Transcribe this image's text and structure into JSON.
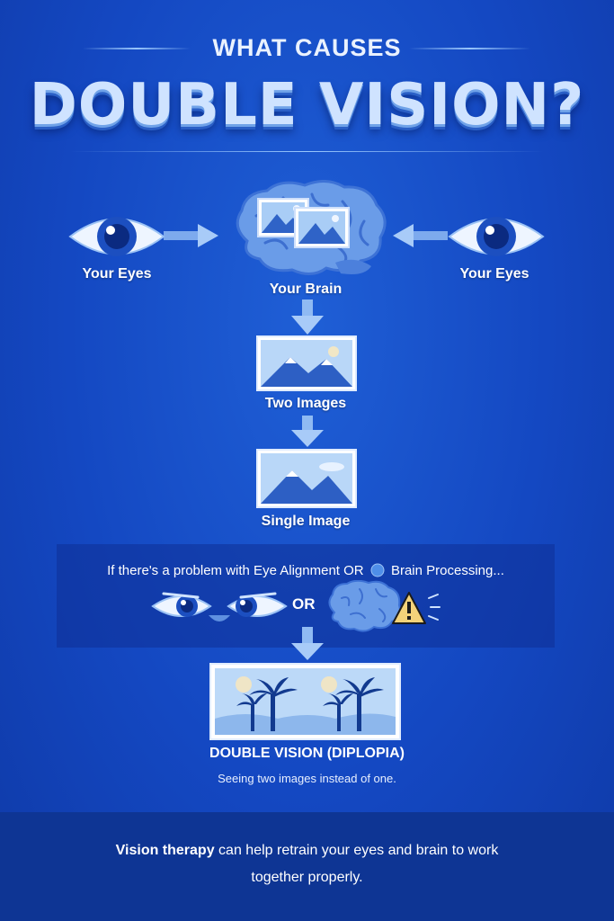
{
  "header": {
    "subtitle": "WHAT CAUSES",
    "title": "DOUBLE VISION?"
  },
  "diagram": {
    "left_eye_label": "Your Eyes",
    "brain_label": "Your Brain",
    "right_eye_label": "Your Eyes",
    "two_images_label": "Two Images",
    "single_image_label": "Single Image"
  },
  "problem": {
    "text_before": "If there's a problem with Eye Alignment OR",
    "text_after": "Brain Processing...",
    "or_label": "OR"
  },
  "result": {
    "title": "DOUBLE VISION (DIPLOPIA)",
    "description": "Seeing two images instead of one."
  },
  "footer": {
    "bold": "Vision therapy",
    "text": " can help retrain your eyes and brain to work together properly."
  },
  "colors": {
    "background": "#1448c2",
    "accent": "#cfe3ff",
    "footer": "#0e3594",
    "warning": "#f3d27a"
  }
}
